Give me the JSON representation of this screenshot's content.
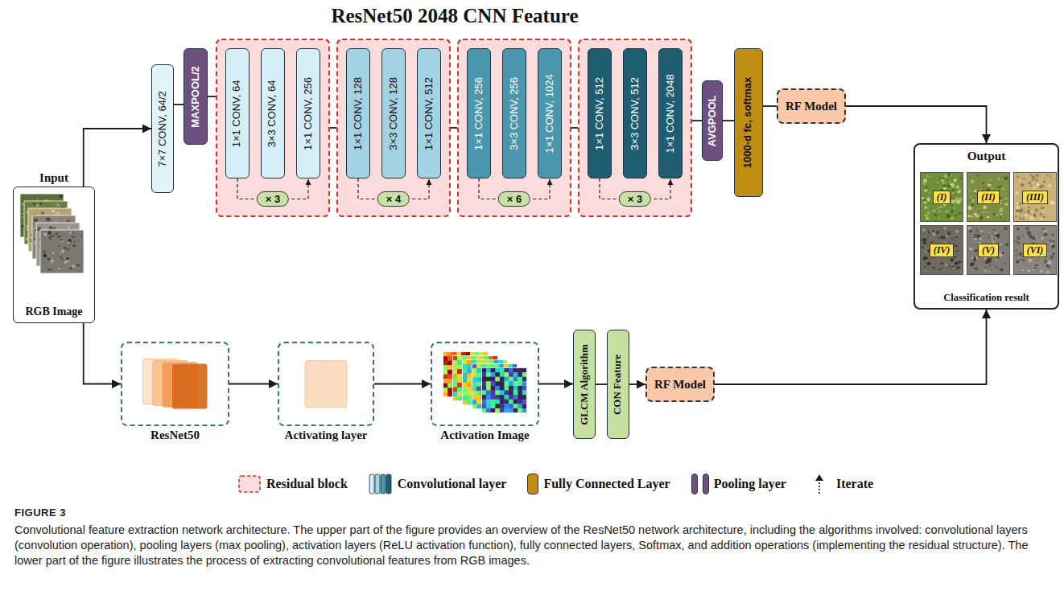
{
  "diagram": {
    "title": "ResNet50 2048 CNN Feature",
    "caption": "Convolutional feature extraction network architecture. The upper part of the figure provides an overview of the ResNet50 network architecture, including the algorithms involved: convolutional layers (convolution operation), pooling layers (max pooling), activation layers (ReLU activation function), fully connected layers, Softmax, and addition operations (implementing the residual structure). The lower part of the figure illustrates the process of extracting convolutional features from RGB images.",
    "nodes": [
      {
        "text": [
          "Input",
          "RGB Image"
        ]
      },
      {
        "text": [
          "7×7 CONV, 64/2"
        ]
      },
      {
        "text": [
          "MAXPOOL/2"
        ]
      },
      {
        "text": [
          "× 3"
        ]
      },
      {
        "text": [
          "1×1 CONV, 64"
        ],
        "in": 3
      },
      {
        "text": [
          "3×3 CONV, 64"
        ],
        "in": 3
      },
      {
        "text": [
          "1×1 CONV, 256"
        ],
        "in": 3
      },
      {
        "text": [
          "× 4"
        ]
      },
      {
        "text": [
          "1×1 CONV, 128"
        ],
        "in": 7
      },
      {
        "text": [
          "3×3 CONV, 128"
        ],
        "in": 7
      },
      {
        "text": [
          "1×1 CONV, 512"
        ],
        "in": 7
      },
      {
        "text": [
          "× 6"
        ]
      },
      {
        "text": [
          "1×1 CONV, 256"
        ],
        "in": 11
      },
      {
        "text": [
          "3×3 CONV, 256"
        ],
        "in": 11
      },
      {
        "text": [
          "1×1 CONV, 1024"
        ],
        "in": 11
      },
      {
        "text": [
          "× 3"
        ]
      },
      {
        "text": [
          "1×1 CONV, 512"
        ],
        "in": 15
      },
      {
        "text": [
          "3×3 CONV, 512"
        ],
        "in": 15
      },
      {
        "text": [
          "1×1 CONV, 2048"
        ],
        "in": 15
      },
      {
        "text": [
          "AVGPOOL"
        ]
      },
      {
        "text": [
          "1000-d fc, softmax"
        ]
      },
      {
        "text": [
          "RF Model"
        ]
      },
      {
        "text": [
          "Output",
          "Classification result"
        ]
      },
      {
        "text": [
          "(I)"
        ],
        "in": 22
      },
      {
        "text": [
          "(II)"
        ],
        "in": 22
      },
      {
        "text": [
          "(III)"
        ],
        "in": 22
      },
      {
        "text": [
          "(IV)"
        ],
        "in": 22
      },
      {
        "text": [
          "(V)"
        ],
        "in": 22
      },
      {
        "text": [
          "(VI)"
        ],
        "in": 22
      },
      {
        "text": [
          "ResNet50"
        ]
      },
      {
        "text": [
          "Activating layer"
        ]
      },
      {
        "text": [
          "Activation Image"
        ]
      },
      {
        "text": [
          "GLCM Algorithm"
        ]
      },
      {
        "text": [
          "CON Feature"
        ]
      },
      {
        "text": [
          "RF Model"
        ]
      }
    ],
    "edges": [
      {
        "from": 0,
        "to": 1,
        "arrow": "to"
      },
      {
        "from": 1,
        "to": 2,
        "arrow": "none"
      },
      {
        "from": 2,
        "to": 3,
        "arrow": "none"
      },
      {
        "from": 3,
        "to": 7,
        "arrow": "none"
      },
      {
        "from": 7,
        "to": 11,
        "arrow": "none"
      },
      {
        "from": 11,
        "to": 15,
        "arrow": "none"
      },
      {
        "from": 15,
        "to": 19,
        "arrow": "none"
      },
      {
        "from": 19,
        "to": 20,
        "arrow": "none"
      },
      {
        "from": 20,
        "to": 21,
        "arrow": "none"
      },
      {
        "from": 21,
        "to": 22,
        "arrow": "to"
      },
      {
        "from": 0,
        "to": 29,
        "arrow": "to"
      },
      {
        "from": 29,
        "to": 30,
        "arrow": "to"
      },
      {
        "from": 30,
        "to": 31,
        "arrow": "to"
      },
      {
        "from": 31,
        "to": 32,
        "arrow": "to"
      },
      {
        "from": 32,
        "to": 33,
        "arrow": "none"
      },
      {
        "from": 33,
        "to": 34,
        "arrow": "to"
      },
      {
        "from": 34,
        "to": 22,
        "arrow": "to"
      }
    ],
    "labels": [
      "FIGURE 3"
    ],
    "legend": [
      {
        "text": "Residual block"
      },
      {
        "text": "Convolutional layer"
      },
      {
        "text": "Fully Connected Layer",
        "color": "#c08e12"
      },
      {
        "text": "Pooling layer",
        "color": "#6d4f80"
      },
      {
        "text": "Iterate"
      }
    ]
  }
}
